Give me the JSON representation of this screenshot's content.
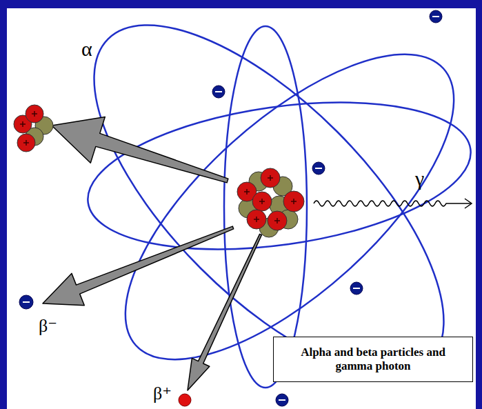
{
  "diagram": {
    "nodes": [
      {
        "text": [
          "Alpha and beta particles and gamma photon"
        ]
      }
    ],
    "labels": [
      "α",
      "γ",
      "β⁻",
      "β⁺"
    ]
  }
}
